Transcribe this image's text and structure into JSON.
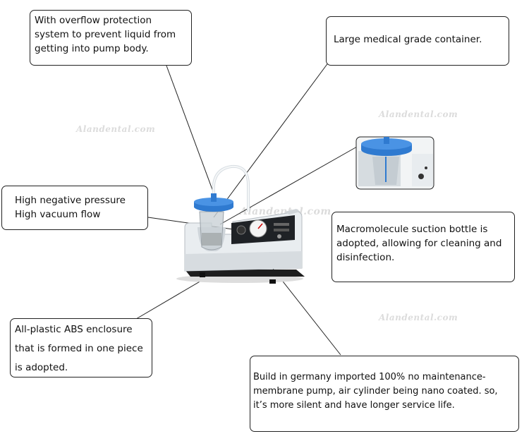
{
  "callouts": {
    "overflow": "With overflow protection\nsystem to prevent liquid from\ngetting into pump body.",
    "container": "Large medical grade container.",
    "pressure": "High negative pressure\nHigh vacuum flow",
    "bottle": "Macromolecule suction bottle is\nadopted, allowing for cleaning and\ndisinfection.",
    "enclosure": "All-plastic ABS enclosure\nthat is formed in one piece\nis adopted.",
    "pump": "Build in germany imported 100% no maintenance-\nmembrane pump, air cylinder being nano coated. so,\nit’s more silent and have longer service life."
  },
  "watermark": "Alandental.com",
  "device": {
    "cap_color": "#2f7ad0",
    "body_color": "#e9edf0",
    "base_color": "#1e1e1e"
  }
}
